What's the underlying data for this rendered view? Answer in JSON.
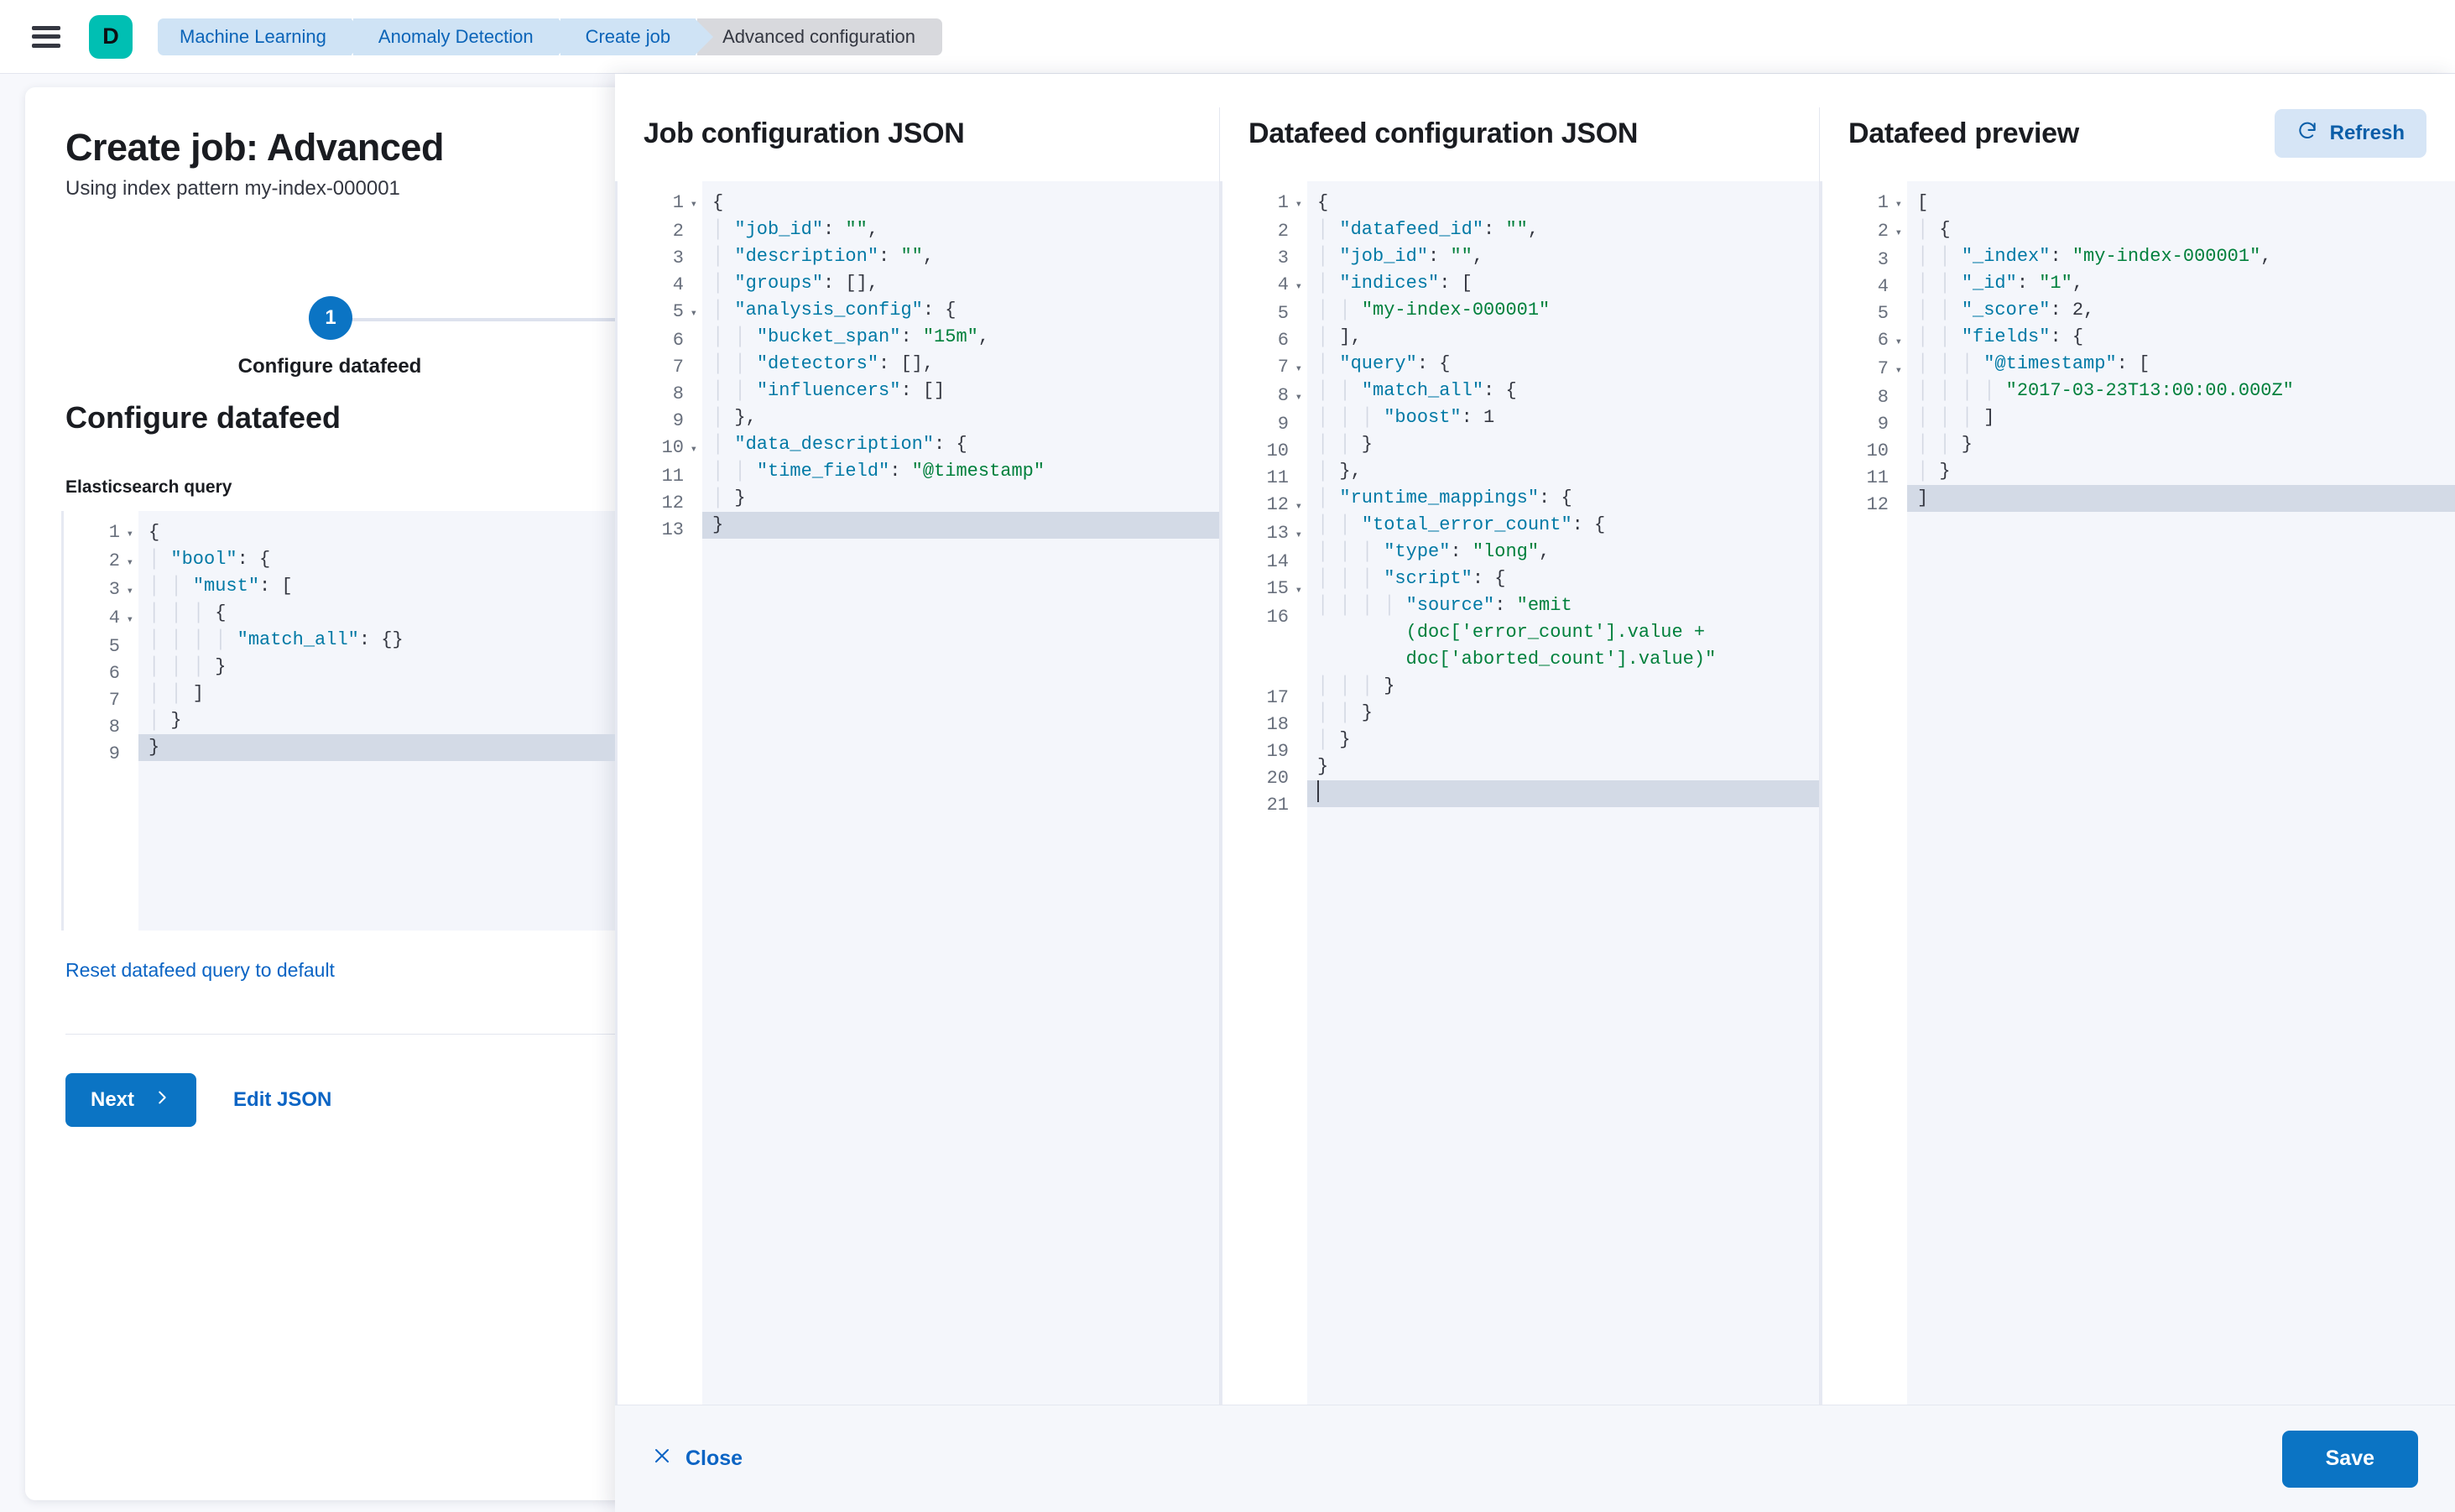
{
  "chrome": {
    "menu_icon": "hamburger-menu-icon",
    "logo_letter": "D",
    "breadcrumbs": [
      {
        "label": "Machine Learning",
        "active": false
      },
      {
        "label": "Anomaly Detection",
        "active": false
      },
      {
        "label": "Create job",
        "active": false
      },
      {
        "label": "Advanced configuration",
        "active": true
      }
    ]
  },
  "wizard": {
    "title": "Create job: Advanced",
    "subtitle": "Using index pattern my-index-000001",
    "step_number": "1",
    "step_label": "Configure datafeed",
    "section_title": "Configure datafeed",
    "field_label": "Elasticsearch query",
    "reset_link": "Reset datafeed query to default",
    "next_label": "Next",
    "next_icon": "chevron-right-icon",
    "edit_json_label": "Edit JSON",
    "query_editor": {
      "active_line": 9,
      "lines": [
        {
          "n": "1",
          "fold": true,
          "text": "{"
        },
        {
          "n": "2",
          "fold": true,
          "text": "  \"bool\": {"
        },
        {
          "n": "3",
          "fold": true,
          "text": "    \"must\": ["
        },
        {
          "n": "4",
          "fold": true,
          "text": "      {"
        },
        {
          "n": "5",
          "fold": false,
          "text": "        \"match_all\": {}"
        },
        {
          "n": "6",
          "fold": false,
          "text": "      }"
        },
        {
          "n": "7",
          "fold": false,
          "text": "    ]"
        },
        {
          "n": "8",
          "fold": false,
          "text": "  }"
        },
        {
          "n": "9",
          "fold": false,
          "text": "}"
        }
      ]
    }
  },
  "flyout": {
    "columns": [
      {
        "id": "job",
        "title": "Job configuration JSON"
      },
      {
        "id": "feed",
        "title": "Datafeed configuration JSON"
      },
      {
        "id": "prev",
        "title": "Datafeed preview"
      }
    ],
    "refresh": {
      "label": "Refresh",
      "icon": "refresh-icon"
    },
    "footer": {
      "close_label": "Close",
      "close_icon": "close-x-icon",
      "save_label": "Save"
    },
    "job_editor": {
      "active_line": 13,
      "lines": [
        {
          "n": "1",
          "fold": true,
          "text": "{"
        },
        {
          "n": "2",
          "fold": false,
          "text": "  \"job_id\": \"\","
        },
        {
          "n": "3",
          "fold": false,
          "text": "  \"description\": \"\","
        },
        {
          "n": "4",
          "fold": false,
          "text": "  \"groups\": [],"
        },
        {
          "n": "5",
          "fold": true,
          "text": "  \"analysis_config\": {"
        },
        {
          "n": "6",
          "fold": false,
          "text": "    \"bucket_span\": \"15m\","
        },
        {
          "n": "7",
          "fold": false,
          "text": "    \"detectors\": [],"
        },
        {
          "n": "8",
          "fold": false,
          "text": "    \"influencers\": []"
        },
        {
          "n": "9",
          "fold": false,
          "text": "  },"
        },
        {
          "n": "10",
          "fold": true,
          "text": "  \"data_description\": {"
        },
        {
          "n": "11",
          "fold": false,
          "text": "    \"time_field\": \"@timestamp\""
        },
        {
          "n": "12",
          "fold": false,
          "text": "  }"
        },
        {
          "n": "13",
          "fold": false,
          "text": "}"
        }
      ]
    },
    "datafeed_editor": {
      "active_line": 21,
      "lines": [
        {
          "n": "1",
          "fold": true,
          "text": "{"
        },
        {
          "n": "2",
          "fold": false,
          "text": "  \"datafeed_id\": \"\","
        },
        {
          "n": "3",
          "fold": false,
          "text": "  \"job_id\": \"\","
        },
        {
          "n": "4",
          "fold": true,
          "text": "  \"indices\": ["
        },
        {
          "n": "5",
          "fold": false,
          "text": "    \"my-index-000001\""
        },
        {
          "n": "6",
          "fold": false,
          "text": "  ],"
        },
        {
          "n": "7",
          "fold": true,
          "text": "  \"query\": {"
        },
        {
          "n": "8",
          "fold": true,
          "text": "    \"match_all\": {"
        },
        {
          "n": "9",
          "fold": false,
          "text": "      \"boost\": 1"
        },
        {
          "n": "10",
          "fold": false,
          "text": "    }"
        },
        {
          "n": "11",
          "fold": false,
          "text": "  },"
        },
        {
          "n": "12",
          "fold": true,
          "text": "  \"runtime_mappings\": {"
        },
        {
          "n": "13",
          "fold": true,
          "text": "    \"total_error_count\": {"
        },
        {
          "n": "14",
          "fold": false,
          "text": "      \"type\": \"long\","
        },
        {
          "n": "15",
          "fold": true,
          "text": "      \"script\": {"
        },
        {
          "n": "16",
          "fold": false,
          "text": "        \"source\": \"emit(doc['error_count'].value + doc['aborted_count'].value)\"",
          "wrap": true
        },
        {
          "n": "17",
          "fold": false,
          "text": "      }"
        },
        {
          "n": "18",
          "fold": false,
          "text": "    }"
        },
        {
          "n": "19",
          "fold": false,
          "text": "  }"
        },
        {
          "n": "20",
          "fold": false,
          "text": "}"
        },
        {
          "n": "21",
          "fold": false,
          "text": "",
          "caret": true
        }
      ]
    },
    "preview_editor": {
      "active_line": 12,
      "lines": [
        {
          "n": "1",
          "fold": true,
          "text": "["
        },
        {
          "n": "2",
          "fold": true,
          "text": "  {"
        },
        {
          "n": "3",
          "fold": false,
          "text": "    \"_index\": \"my-index-000001\","
        },
        {
          "n": "4",
          "fold": false,
          "text": "    \"_id\": \"1\","
        },
        {
          "n": "5",
          "fold": false,
          "text": "    \"_score\": 2,"
        },
        {
          "n": "6",
          "fold": true,
          "text": "    \"fields\": {"
        },
        {
          "n": "7",
          "fold": true,
          "text": "      \"@timestamp\": ["
        },
        {
          "n": "8",
          "fold": false,
          "text": "        \"2017-03-23T13:00:00.000Z\""
        },
        {
          "n": "9",
          "fold": false,
          "text": "      ]"
        },
        {
          "n": "10",
          "fold": false,
          "text": "    }"
        },
        {
          "n": "11",
          "fold": false,
          "text": "  }"
        },
        {
          "n": "12",
          "fold": false,
          "text": "]"
        }
      ]
    }
  },
  "colors": {
    "accent_blue": "#0b74c4",
    "brand_teal": "#00bfb3",
    "crumb_blue": "#cfe3f5",
    "crumb_active": "#d8d9dd",
    "json_key": "#0079a5",
    "json_string": "#00803c",
    "editor_bg": "#f4f6fb",
    "active_line": "#d3dae6"
  }
}
